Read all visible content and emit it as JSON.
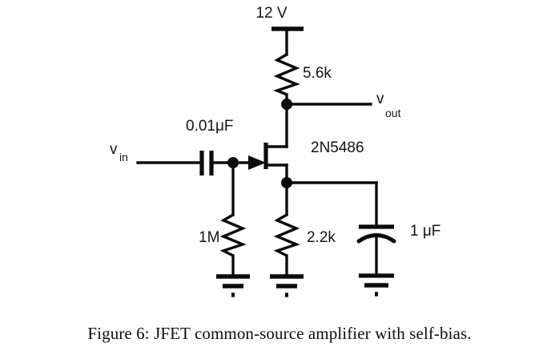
{
  "figure": {
    "caption": "Figure 6: JFET common-source amplifier with self-bias.",
    "title": "JFET common-source amplifier with self-bias",
    "number": "Figure 6"
  },
  "labels": {
    "supply": "12 V",
    "drain_resistor": "5.6k",
    "input_capacitor": "0.01μF",
    "input_signal_main": "v",
    "input_signal_sub": "in",
    "output_signal_main": "v",
    "output_signal_sub": "out",
    "transistor": "2N5486",
    "gate_resistor": "1M",
    "source_resistor": "2.2k",
    "bypass_capacitor": "1 μF"
  },
  "chart_data": {
    "type": "diagram",
    "title": "JFET common-source amplifier with self-bias",
    "components": [
      {
        "ref": "V+",
        "type": "supply-rail",
        "value": "12 V",
        "node": "top-rail"
      },
      {
        "ref": "RD",
        "type": "resistor",
        "value": "5.6k",
        "between": [
          "12 V rail",
          "drain"
        ]
      },
      {
        "ref": "Cin",
        "type": "capacitor",
        "value": "0.01μF",
        "between": [
          "v_in",
          "gate"
        ]
      },
      {
        "ref": "Q1",
        "type": "n-channel-jfet",
        "value": "2N5486",
        "terminals": [
          "gate",
          "drain",
          "source"
        ]
      },
      {
        "ref": "RG",
        "type": "resistor",
        "value": "1M",
        "between": [
          "gate",
          "ground"
        ]
      },
      {
        "ref": "RS",
        "type": "resistor",
        "value": "2.2k",
        "between": [
          "source",
          "ground"
        ]
      },
      {
        "ref": "CS",
        "type": "capacitor-polarized",
        "value": "1 μF",
        "between": [
          "source",
          "ground"
        ]
      }
    ],
    "ports": [
      {
        "name": "v_in",
        "side": "left"
      },
      {
        "name": "v_out",
        "side": "right",
        "node": "drain"
      }
    ],
    "grounds": 3
  }
}
